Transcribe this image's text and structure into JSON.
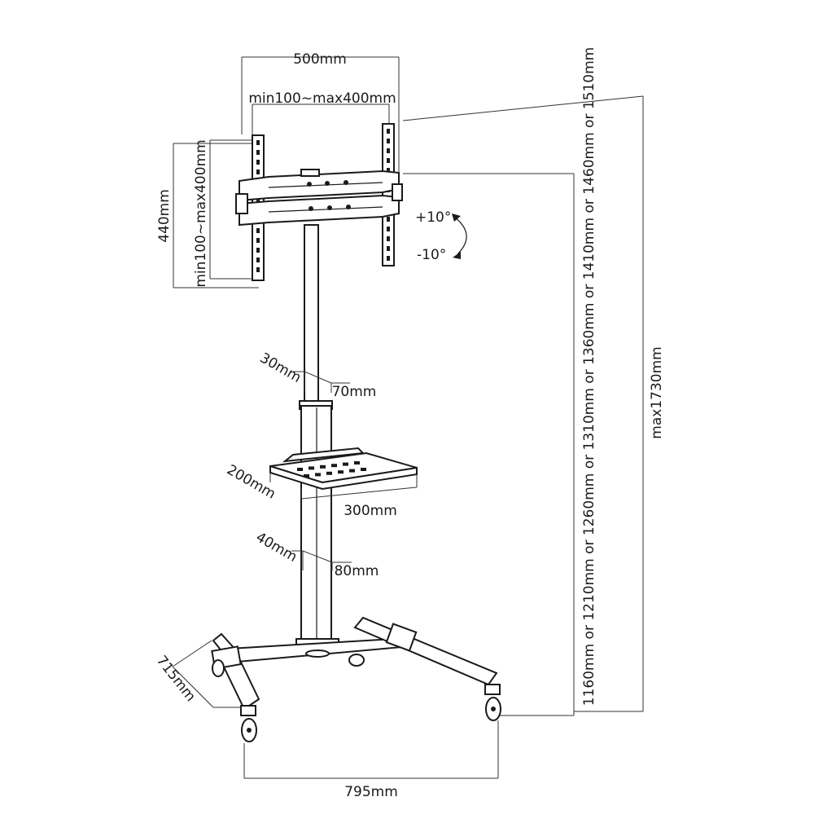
{
  "dimensions": {
    "vesa_width_outer": "500mm",
    "vesa_width_inner": "min100~max400mm",
    "vesa_height_outer": "440mm",
    "vesa_height_inner": "min100~max400mm",
    "tilt_up": "+10°",
    "tilt_down": "-10°",
    "upper_pole_depth": "30mm",
    "upper_pole_width": "70mm",
    "shelf_depth": "200mm",
    "shelf_width": "300mm",
    "lower_pole_depth": "40mm",
    "lower_pole_width": "80mm",
    "base_depth": "715mm",
    "base_width": "795mm",
    "height_options": "1160mm or 1210mm or 1260mm or 1310mm or 1360mm or 1410mm or 1460mm or 1510mm",
    "max_height": "max1730mm"
  },
  "colors": {
    "line": "#1a1a1a",
    "background": "#ffffff"
  }
}
